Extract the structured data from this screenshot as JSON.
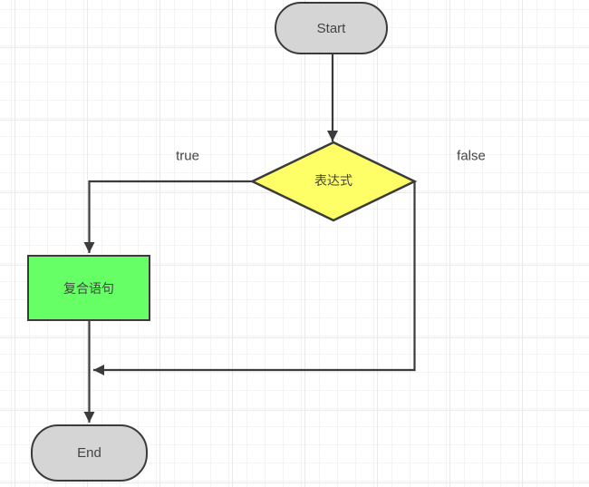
{
  "canvas": {
    "background_color": "#ffffff",
    "grid_minor_color": "#f4f4f4",
    "grid_major_color": "#e9e9e9"
  },
  "nodes": {
    "start": {
      "label": "Start",
      "shape": "terminator",
      "fill": "#d5d5d5",
      "border": "#3b3b3b"
    },
    "decision": {
      "label": "表达式",
      "shape": "diamond",
      "fill": "#feff66",
      "border": "#3b3b3b"
    },
    "process": {
      "label": "复合语句",
      "shape": "rectangle",
      "fill": "#66ff66",
      "border": "#3b3b3b"
    },
    "end": {
      "label": "End",
      "shape": "terminator",
      "fill": "#d5d5d5",
      "border": "#3b3b3b"
    }
  },
  "edge_labels": {
    "true_branch": "true",
    "false_branch": "false"
  },
  "edge_color": "#3b3b3b",
  "text_color": "#444444"
}
